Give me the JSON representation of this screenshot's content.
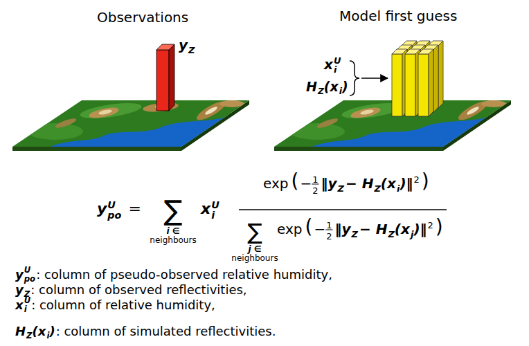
{
  "diagram": {
    "labels": [
      "Observations",
      "Model first guess",
      "y",
      "Z",
      "x",
      "U",
      "i",
      "H",
      "Z",
      "(x",
      "i",
      ")",
      "y",
      "U",
      "po",
      "=",
      "∑",
      "i ∈",
      "neighbours",
      "x",
      "U",
      "i",
      "exp",
      "(",
      "−",
      "1",
      "2",
      "‖y",
      "Z",
      "− H",
      "Z",
      "(x",
      "i",
      ")‖",
      "2",
      ")",
      "∑",
      "j ∈",
      "neighbours",
      "exp",
      "(",
      "−",
      "1",
      "2",
      "‖y",
      "Z",
      "− H",
      "Z",
      "(x",
      "j",
      ")‖",
      "2",
      ")",
      "y",
      "U",
      "po",
      ": column of pseudo-observed relative humidity,",
      "y",
      "Z",
      ": column of observed reflectivities,",
      "x",
      "U",
      "i",
      ": column of relative humidity,",
      "H",
      "Z",
      "(x",
      "i",
      ")",
      ": column of simulated reflectivities."
    ]
  }
}
